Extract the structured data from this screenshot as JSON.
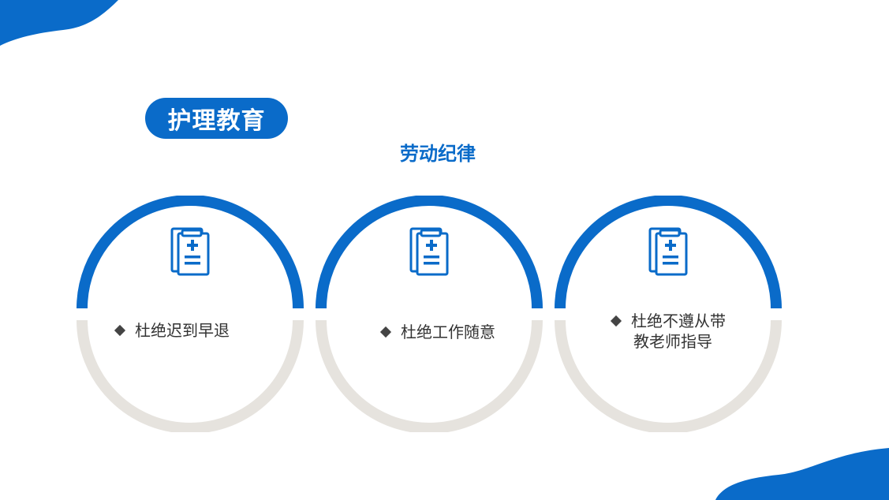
{
  "header": {
    "title": "护理教育",
    "subtitle": "劳动纪律"
  },
  "cards": [
    {
      "icon": "clipboard-medical-icon",
      "line1": "杜绝迟到早退",
      "line2": ""
    },
    {
      "icon": "clipboard-medical-icon",
      "line1": "杜绝工作随意",
      "line2": ""
    },
    {
      "icon": "clipboard-medical-icon",
      "line1": "杜绝不遵从带",
      "line2": "教老师指导"
    }
  ],
  "colors": {
    "accent": "#0a6bc9",
    "ring_bottom": "#e6e3de",
    "text": "#333333"
  }
}
